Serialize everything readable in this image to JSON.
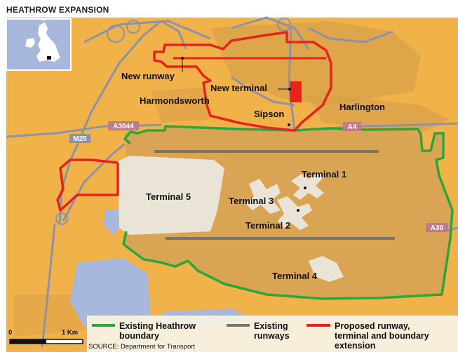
{
  "title": "HEATHROW EXPANSION",
  "colors": {
    "land": "#f2b24a",
    "urban": "#d8a04a",
    "airport_fill": "#d9a555",
    "terminal5": "#e9e4d6",
    "water": "#a8b8dc",
    "existing_boundary": "#2aa63a",
    "proposed": "#e8231c",
    "runway": "#7d7468",
    "roads": "#8a93a9",
    "road_badge": "#c07a8a"
  },
  "labels": {
    "new_runway": "New runway",
    "new_terminal": "New terminal",
    "harmondsworth": "Harmondsworth",
    "sipson": "Sipson",
    "harlington": "Harlington",
    "terminal1": "Terminal 1",
    "terminal2": "Terminal 2",
    "terminal3": "Terminal 3",
    "terminal4": "Terminal 4",
    "terminal5": "Terminal 5"
  },
  "roads": {
    "m25": "M25",
    "a3044": "A3044",
    "a4": "A4",
    "a30": "A30"
  },
  "scale": {
    "start": "0",
    "end": "1 Km"
  },
  "legend": {
    "existing_boundary_l1": "Existing Heathrow",
    "existing_boundary_l2": "boundary",
    "existing_runways_l1": "Existing",
    "existing_runways_l2": "runways",
    "proposed_l1": "Proposed runway,",
    "proposed_l2": "terminal and boundary",
    "proposed_l3": "extension"
  },
  "source": "SOURCE: Department for Transport"
}
